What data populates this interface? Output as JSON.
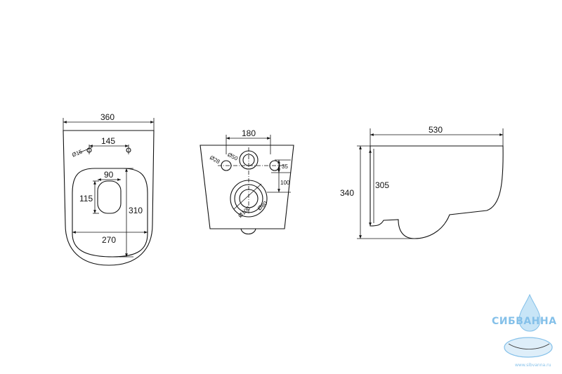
{
  "top_view": {
    "width": "360",
    "hole_spacing": "145",
    "hole_diameter": "Ø15",
    "seat_width": "90",
    "seat_height": "115",
    "inner_width": "270",
    "depth": "310"
  },
  "back_view": {
    "mount_spacing": "180",
    "pipe_diameter": "Ø50",
    "mount_diameter": "Ø28",
    "offset_vertical": "35",
    "drain_height": "100",
    "drain_outer": "Ø100",
    "drain_inner": "Ø80"
  },
  "side_view": {
    "length": "530",
    "height": "340",
    "inner_height": "305"
  },
  "watermark": {
    "brand": "СИБВАННА",
    "url": "www.sibvanna.ru"
  }
}
